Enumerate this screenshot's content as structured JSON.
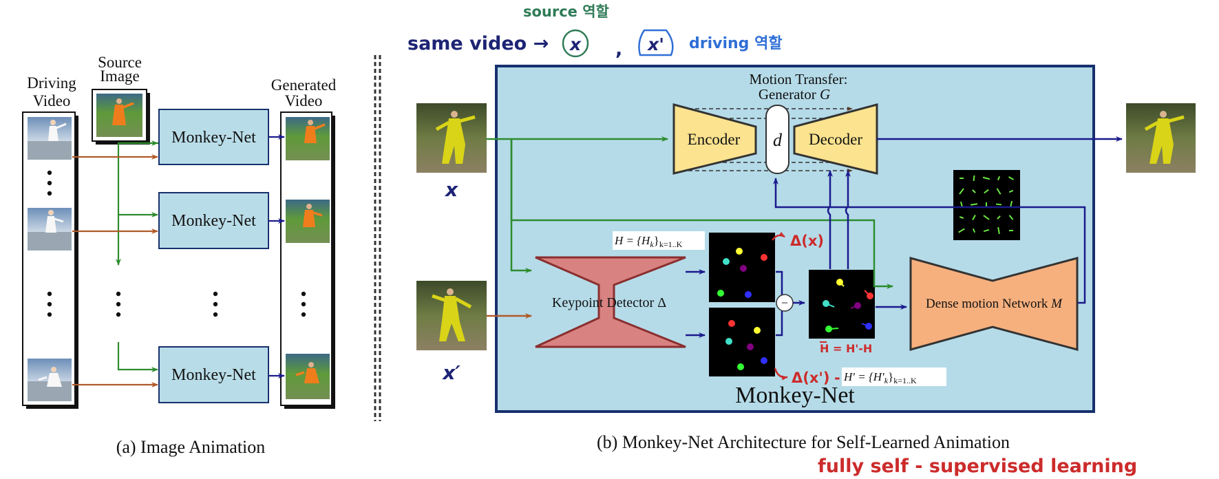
{
  "panel_a": {
    "driving_video_label_1": "Driving",
    "driving_video_label_2": "Video",
    "source_image_label_1": "Source",
    "source_image_label_2": "Image",
    "generated_video_label_1": "Generated",
    "generated_video_label_2": "Video",
    "monkey_net_labels": [
      "Monkey-Net",
      "Monkey-Net",
      "Monkey-Net"
    ],
    "caption": "(a) Image Animation"
  },
  "panel_b": {
    "motion_transfer_title": "Motion Transfer:",
    "generator_label": "Generator",
    "generator_symbol": "G",
    "encoder_label": "Encoder",
    "bottleneck_label": "d",
    "decoder_label": "Decoder",
    "keypoint_detector_label": "Keypoint Detector Δ",
    "dense_motion_label": "Dense motion Network",
    "dense_motion_symbol": "M",
    "heatmaps_formula": "H = {H",
    "heatmaps_sub": "k",
    "heatmaps_range": "}",
    "heatmaps_range_sub": "k=1..K",
    "heatmaps_prime_formula": "H′ = {H′",
    "heatmaps_prime_sub": "k",
    "heatmaps_prime_range": "}",
    "heatmaps_prime_range_sub": "k=1..K",
    "minus_sign": "−",
    "module_title": "Monkey-Net",
    "x_label": "x",
    "x_prime_label": "x′",
    "caption": "(b) Monkey-Net Architecture for Self-Learned Animation"
  },
  "annotations": {
    "source_role": "source 역할",
    "same_video": "same video →",
    "x_circled": "x",
    "comma": ",",
    "x_prime_circled": "x'",
    "driving_role": "driving 역할",
    "delta_x": "Δ(x)",
    "delta_x_prime": "Δ(x')",
    "dash": "-",
    "h_diff": "H = H'-H",
    "fully_self_supervised": "fully self - supervised learning"
  },
  "colors": {
    "panel_bg": "#b5dbe8",
    "panel_border": "#17306e",
    "box_fill": "#b9dde8",
    "encoder_fill": "#fbe38f",
    "keypoint_fill": "#d98282",
    "dense_fill": "#f6b07e",
    "arrow_navy": "#1a1a8c",
    "arrow_green": "#2e8b2e",
    "arrow_brown": "#b05a2a",
    "ink_red": "#cc2b2b",
    "ink_green": "#2f7b56",
    "ink_navy": "#1d2475",
    "ink_blue": "#2f6fd6"
  }
}
